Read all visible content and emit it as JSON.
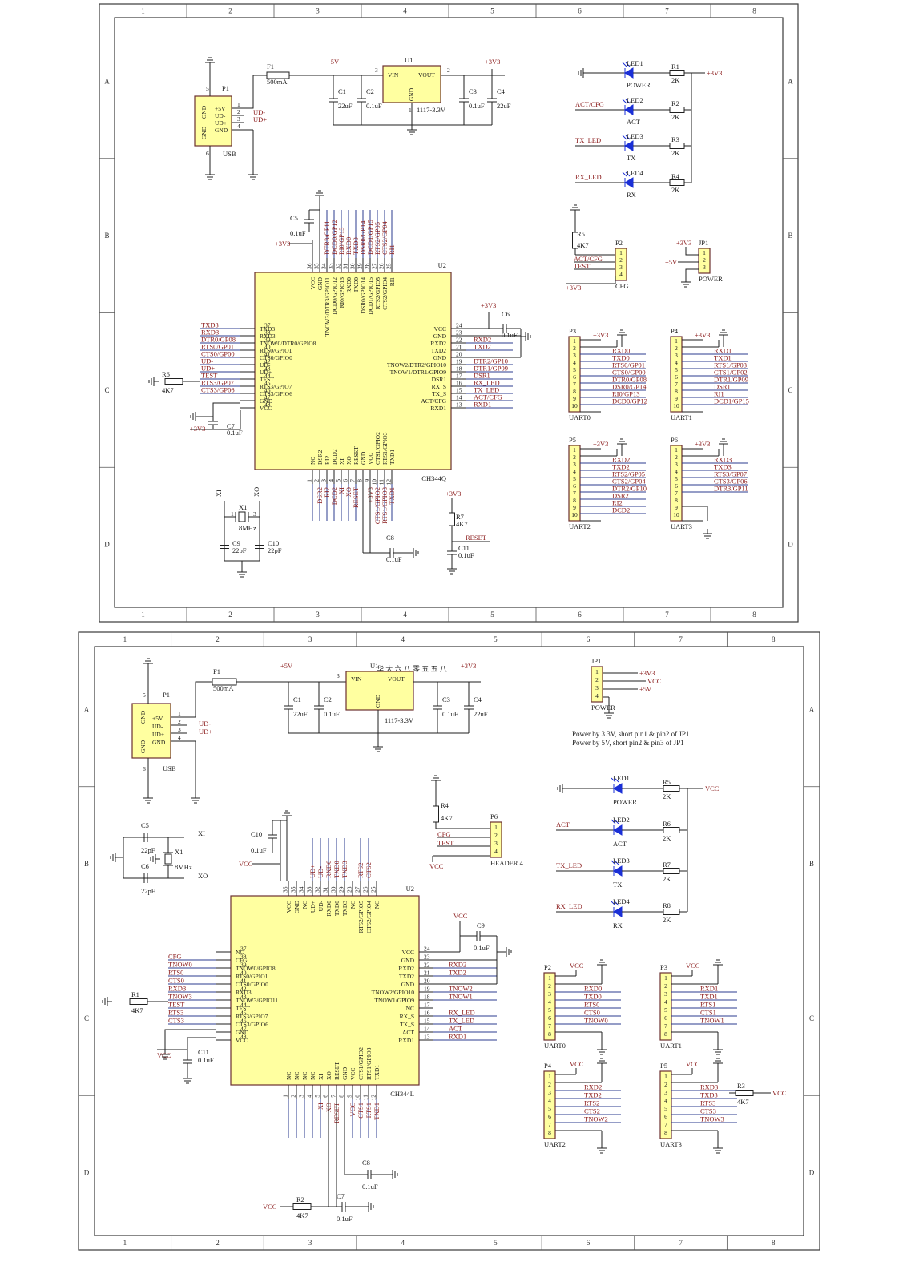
{
  "sheet1": {
    "zones_cols": [
      "1",
      "2",
      "3",
      "4",
      "5",
      "6",
      "7",
      "8"
    ],
    "zones_rows": [
      "A",
      "B",
      "C",
      "D"
    ],
    "usb": {
      "ref": "P1",
      "label": "USB",
      "pins": [
        "+5V",
        "UD-",
        "UD+",
        "GND"
      ],
      "side": [
        "GND",
        "GND"
      ],
      "nums": [
        "1",
        "2",
        "3",
        "4",
        "5",
        "6"
      ],
      "nets": [
        "UD-",
        "UD+"
      ]
    },
    "fuse": {
      "ref": "F1",
      "value": "500mA"
    },
    "reg": {
      "ref": "U1",
      "vin": "VIN",
      "vout": "VOUT",
      "gnd": "GND",
      "value": "1117-3.3V",
      "p1": "1",
      "p2": "2",
      "p3": "3"
    },
    "power_in": "+5V",
    "power_out": "+3V3",
    "caps": [
      {
        "ref": "C1",
        "value": "22uF"
      },
      {
        "ref": "C2",
        "value": "0.1uF"
      },
      {
        "ref": "C3",
        "value": "0.1uF"
      },
      {
        "ref": "C4",
        "value": "22uF"
      }
    ],
    "leds": [
      {
        "ref": "LED1",
        "name": "POWER",
        "res": "R1",
        "val": "2K",
        "net": ""
      },
      {
        "ref": "LED2",
        "name": "ACT",
        "res": "R2",
        "val": "2K",
        "net": "ACT/CFG"
      },
      {
        "ref": "LED3",
        "name": "TX",
        "res": "R3",
        "val": "2K",
        "net": "TX_LED"
      },
      {
        "ref": "LED4",
        "name": "RX",
        "res": "R4",
        "val": "2K",
        "net": "RX_LED"
      }
    ],
    "led_rail": "+3V3",
    "r5": {
      "ref": "R5",
      "value": "4K7"
    },
    "p2": {
      "ref": "P2",
      "label": "CFG",
      "nets": [
        "ACT/CFG",
        "TEST"
      ],
      "rail": "+3V3",
      "nums": [
        "1",
        "2",
        "3",
        "4"
      ]
    },
    "jp1": {
      "ref": "JP1",
      "label": "POWER",
      "nets": [
        "+3V3",
        "+5V"
      ],
      "nums": [
        "1",
        "2",
        "3"
      ]
    },
    "c5": {
      "ref": "C5",
      "value": "0.1uF",
      "rail": "+3V3"
    },
    "c6": {
      "ref": "C6",
      "value": "0.1uF",
      "rail": "+3V3"
    },
    "c7": {
      "ref": "C7",
      "value": "0.1uF",
      "rail": "+3V3"
    },
    "chip": {
      "ref": "U2",
      "name": "CH344Q",
      "left": [
        {
          "n": "37",
          "p": "TXD3",
          "net": "TXD3"
        },
        {
          "n": "38",
          "p": "RXD3",
          "net": "RXD3"
        },
        {
          "n": "39",
          "p": "TNOW0/DTR0/GPIO8",
          "net": "DTR0/GP08"
        },
        {
          "n": "40",
          "p": "RTS0/GPIO1",
          "net": "RTS0/GP01"
        },
        {
          "n": "41",
          "p": "CTS0/GPIO0",
          "net": "CTS0/GP00"
        },
        {
          "n": "42",
          "p": "UD-",
          "net": "UD-"
        },
        {
          "n": "43",
          "p": "UD+",
          "net": "UD+"
        },
        {
          "n": "44",
          "p": "TEST",
          "net": "TEST"
        },
        {
          "n": "45",
          "p": "RTS3/GPIO7",
          "net": "RTS3/GP07"
        },
        {
          "n": "46",
          "p": "CTS3/GPIO6",
          "net": "CTS3/GP06"
        },
        {
          "n": "47",
          "p": "GND",
          "net": ""
        },
        {
          "n": "48",
          "p": "VCC",
          "net": ""
        }
      ],
      "right": [
        {
          "n": "24",
          "p": "VCC",
          "net": ""
        },
        {
          "n": "23",
          "p": "GND",
          "net": ""
        },
        {
          "n": "22",
          "p": "RXD2",
          "net": "RXD2"
        },
        {
          "n": "21",
          "p": "TXD2",
          "net": "TXD2"
        },
        {
          "n": "20",
          "p": "GND",
          "net": ""
        },
        {
          "n": "19",
          "p": "TNOW2/DTR2/GPIO10",
          "net": "DTR2/GP10"
        },
        {
          "n": "18",
          "p": "TNOW1/DTR1/GPIO9",
          "net": "DTR1/GP09"
        },
        {
          "n": "17",
          "p": "DSR1",
          "net": "DSR1"
        },
        {
          "n": "16",
          "p": "RX_S",
          "net": "RX_LED"
        },
        {
          "n": "15",
          "p": "TX_S",
          "net": "TX_LED"
        },
        {
          "n": "14",
          "p": "ACT/CFG",
          "net": "ACT/CFG"
        },
        {
          "n": "13",
          "p": "RXD1",
          "net": "RXD1"
        }
      ],
      "top": [
        {
          "n": "36",
          "p": "VCC",
          "net": ""
        },
        {
          "n": "35",
          "p": "GND",
          "net": ""
        },
        {
          "n": "34",
          "p": "TNOW3/DTR3/GPIO11",
          "net": "DTR3/GP11"
        },
        {
          "n": "33",
          "p": "DCD0/GPIO12",
          "net": "DCD0/GP12"
        },
        {
          "n": "32",
          "p": "RI0/GPIO13",
          "net": "RI0/GP13"
        },
        {
          "n": "31",
          "p": "RXD0",
          "net": "RXD0"
        },
        {
          "n": "30",
          "p": "TXD0",
          "net": "TXD0"
        },
        {
          "n": "29",
          "p": "DSR0/GPIO14",
          "net": "DSR0/GP14"
        },
        {
          "n": "28",
          "p": "DCD1/GPIO15",
          "net": "DCD1/GP15"
        },
        {
          "n": "27",
          "p": "RTS2/GPIO5",
          "net": "RTS2/GP05"
        },
        {
          "n": "26",
          "p": "CTS2/GPIO4",
          "net": "CTS2/GP04"
        },
        {
          "n": "25",
          "p": "RI1",
          "net": "RI1"
        }
      ],
      "bottom": [
        {
          "n": "1",
          "p": "NC",
          "net": ""
        },
        {
          "n": "2",
          "p": "DSR2",
          "net": "DSR2"
        },
        {
          "n": "3",
          "p": "RI2",
          "net": "RI2"
        },
        {
          "n": "4",
          "p": "DCD2",
          "net": "DCD2"
        },
        {
          "n": "5",
          "p": "XI",
          "net": "XI"
        },
        {
          "n": "6",
          "p": "XO",
          "net": "XO"
        },
        {
          "n": "7",
          "p": "RESET",
          "net": "RESET"
        },
        {
          "n": "8",
          "p": "GND",
          "net": ""
        },
        {
          "n": "9",
          "p": "VCC",
          "net": "+3V3"
        },
        {
          "n": "10",
          "p": "CTS1/GPIO2",
          "net": "CTS1/GPIO2"
        },
        {
          "n": "11",
          "p": "RTS1/GPIO3",
          "net": "RTS1/GPIO3"
        },
        {
          "n": "12",
          "p": "TXD1",
          "net": "TXD1"
        }
      ]
    },
    "r6": {
      "ref": "R6",
      "value": "4K7"
    },
    "xtal": {
      "ref": "X1",
      "value": "8MHz",
      "xi": "XI",
      "xo": "XO",
      "c9": "C9",
      "c9v": "22pF",
      "c10": "C10",
      "c10v": "22pF",
      "p1": "1",
      "p3": "3"
    },
    "c8": {
      "ref": "C8",
      "value": "0.1uF"
    },
    "r7": {
      "ref": "R7",
      "value": "4K7",
      "rail": "+3V3",
      "net": "RESET"
    },
    "c11": {
      "ref": "C11",
      "value": "0.1uF"
    },
    "uarts": [
      {
        "ref": "P3",
        "label": "UART0",
        "rail": "+3V3",
        "nums": [
          "1",
          "2",
          "3",
          "4",
          "5",
          "6",
          "7",
          "8",
          "9",
          "10"
        ],
        "nets": [
          "RXD0",
          "TXD0",
          "RTS0/GP01",
          "CTS0/GP00",
          "DTR0/GP08",
          "DSR0/GP14",
          "RI0/GP13",
          "DCD0/GP12"
        ]
      },
      {
        "ref": "P4",
        "label": "UART1",
        "rail": "+3V3",
        "nums": [
          "1",
          "2",
          "3",
          "4",
          "5",
          "6",
          "7",
          "8",
          "9",
          "10"
        ],
        "nets": [
          "RXD1",
          "TXD1",
          "RTS1/GP03",
          "CTS1/GP02",
          "DTR1/GP09",
          "DSR1",
          "RI1",
          "DCD1/GP15"
        ]
      },
      {
        "ref": "P5",
        "label": "UART2",
        "rail": "+3V3",
        "nums": [
          "1",
          "2",
          "3",
          "4",
          "5",
          "6",
          "7",
          "8",
          "9",
          "10"
        ],
        "nets": [
          "RXD2",
          "TXD2",
          "RTS2/GP05",
          "CTS2/GP04",
          "DTR2/GP10",
          "DSR2",
          "RI2",
          "DCD2"
        ]
      },
      {
        "ref": "P6",
        "label": "UART3",
        "rail": "+3V3",
        "nums": [
          "1",
          "2",
          "3",
          "4",
          "5",
          "6",
          "7",
          "8",
          "9",
          "10"
        ],
        "nets": [
          "RXD3",
          "TXD3",
          "RTS3/GP07",
          "CTS3/GP06",
          "DTR3/GP11"
        ]
      }
    ]
  },
  "sheet2": {
    "zones_cols": [
      "1",
      "2",
      "3",
      "4",
      "5",
      "6",
      "7",
      "8"
    ],
    "zones_rows": [
      "A",
      "B",
      "C",
      "D"
    ],
    "watermark": "华 大 六 八 零 五 五 八",
    "usb": {
      "ref": "P1",
      "label": "USB",
      "pins": [
        "+5V",
        "UD-",
        "UD+",
        "GND"
      ],
      "side": [
        "GND",
        "GND"
      ],
      "nums": [
        "1",
        "2",
        "3",
        "4",
        "5",
        "6"
      ],
      "nets": [
        "UD-",
        "UD+"
      ]
    },
    "fuse": {
      "ref": "F1",
      "value": "500mA"
    },
    "reg": {
      "ref": "U1",
      "vin": "VIN",
      "vout": "VOUT",
      "gnd": "GND",
      "value": "1117-3.3V",
      "p3": "3"
    },
    "power_in": "+5V",
    "power_out": "+3V3",
    "caps": [
      {
        "ref": "C1",
        "value": "22uF"
      },
      {
        "ref": "C2",
        "value": "0.1uF"
      },
      {
        "ref": "C3",
        "value": "0.1uF"
      },
      {
        "ref": "C4",
        "value": "22uF"
      }
    ],
    "jp1": {
      "ref": "JP1",
      "label": "POWER",
      "nets": [
        "+3V3",
        "VCC",
        "+5V"
      ],
      "nums": [
        "1",
        "2",
        "3",
        "4"
      ]
    },
    "notes": [
      "Power by 3.3V, short pin1 & pin2 of JP1",
      "Power by 5V, short pin2 & pin3 of JP1"
    ],
    "leds": [
      {
        "ref": "LED1",
        "name": "POWER",
        "res": "R5",
        "val": "2K",
        "net": ""
      },
      {
        "ref": "LED2",
        "name": "ACT",
        "res": "R6",
        "val": "2K",
        "net": "ACT"
      },
      {
        "ref": "LED3",
        "name": "TX",
        "res": "R7",
        "val": "2K",
        "net": "TX_LED"
      },
      {
        "ref": "LED4",
        "name": "RX",
        "res": "R8",
        "val": "2K",
        "net": "RX_LED"
      }
    ],
    "led_rail": "VCC",
    "xtal": {
      "c5": "C5",
      "c5v": "22pF",
      "c6": "C6",
      "c6v": "22pF",
      "ref": "X1",
      "value": "8MHz",
      "xi": "XI",
      "xo": "XO"
    },
    "c10": {
      "ref": "C10",
      "value": "0.1uF",
      "rail": "VCC"
    },
    "r4": {
      "ref": "R4",
      "value": "4K7"
    },
    "p6": {
      "ref": "P6",
      "label": "HEADER 4",
      "nets": [
        "CFG",
        "TEST"
      ],
      "rail": "VCC",
      "nums": [
        "1",
        "2",
        "3",
        "4"
      ]
    },
    "c9": {
      "ref": "C9",
      "value": "0.1uF",
      "rail": "VCC"
    },
    "chip": {
      "ref": "U2",
      "name": "CH344L",
      "left": [
        {
          "n": "37",
          "p": "NC",
          "net": ""
        },
        {
          "n": "38",
          "p": "CFG",
          "net": "CFG"
        },
        {
          "n": "39",
          "p": "TNOW0/GPIO8",
          "net": "TNOW0"
        },
        {
          "n": "40",
          "p": "RTS0/GPIO1",
          "net": "RTS0"
        },
        {
          "n": "41",
          "p": "CTS0/GPIO0",
          "net": "CTS0"
        },
        {
          "n": "42",
          "p": "RXD3",
          "net": "RXD3"
        },
        {
          "n": "43",
          "p": "TNOW3/GPIO11",
          "net": "TNOW3"
        },
        {
          "n": "44",
          "p": "TEST",
          "net": "TEST"
        },
        {
          "n": "45",
          "p": "RTS3/GPIO7",
          "net": "RTS3"
        },
        {
          "n": "46",
          "p": "CTS3/GPIO6",
          "net": "CTS3"
        },
        {
          "n": "47",
          "p": "GND",
          "net": ""
        },
        {
          "n": "48",
          "p": "VCC",
          "net": ""
        }
      ],
      "right": [
        {
          "n": "24",
          "p": "VCC",
          "net": ""
        },
        {
          "n": "23",
          "p": "GND",
          "net": ""
        },
        {
          "n": "22",
          "p": "RXD2",
          "net": "RXD2"
        },
        {
          "n": "21",
          "p": "TXD2",
          "net": "TXD2"
        },
        {
          "n": "20",
          "p": "GND",
          "net": ""
        },
        {
          "n": "19",
          "p": "TNOW2/GPIO10",
          "net": "TNOW2"
        },
        {
          "n": "18",
          "p": "TNOW1/GPIO9",
          "net": "TNOW1"
        },
        {
          "n": "17",
          "p": "NC",
          "net": ""
        },
        {
          "n": "16",
          "p": "RX_S",
          "net": "RX_LED"
        },
        {
          "n": "15",
          "p": "TX_S",
          "net": "TX_LED"
        },
        {
          "n": "14",
          "p": "ACT",
          "net": "ACT"
        },
        {
          "n": "13",
          "p": "RXD1",
          "net": "RXD1"
        }
      ],
      "top": [
        {
          "n": "36",
          "p": "VCC",
          "net": ""
        },
        {
          "n": "35",
          "p": "GND",
          "net": ""
        },
        {
          "n": "34",
          "p": "NC",
          "net": ""
        },
        {
          "n": "33",
          "p": "UD+",
          "net": "UD+"
        },
        {
          "n": "32",
          "p": "UD-",
          "net": "UD-"
        },
        {
          "n": "31",
          "p": "RXD0",
          "net": "RXD0"
        },
        {
          "n": "30",
          "p": "TXD0",
          "net": "TXD0"
        },
        {
          "n": "29",
          "p": "TXD3",
          "net": "TXD3"
        },
        {
          "n": "28",
          "p": "NC",
          "net": ""
        },
        {
          "n": "27",
          "p": "RTS2/GPIO5",
          "net": "RTS2"
        },
        {
          "n": "26",
          "p": "CTS2/GPIO4",
          "net": "CTS2"
        },
        {
          "n": "25",
          "p": "NC",
          "net": ""
        }
      ],
      "bottom": [
        {
          "n": "1",
          "p": "NC",
          "net": ""
        },
        {
          "n": "2",
          "p": "NC",
          "net": ""
        },
        {
          "n": "3",
          "p": "NC",
          "net": ""
        },
        {
          "n": "4",
          "p": "NC",
          "net": ""
        },
        {
          "n": "5",
          "p": "XI",
          "net": "XI"
        },
        {
          "n": "6",
          "p": "XO",
          "net": "XO"
        },
        {
          "n": "7",
          "p": "RESET",
          "net": "RESET"
        },
        {
          "n": "8",
          "p": "GND",
          "net": ""
        },
        {
          "n": "9",
          "p": "VCC",
          "net": "VCC"
        },
        {
          "n": "10",
          "p": "CTS1/GPIO2",
          "net": "CTS1"
        },
        {
          "n": "11",
          "p": "RTS1/GPIO3",
          "net": "RTS1"
        },
        {
          "n": "12",
          "p": "TXD1",
          "net": "TXD1"
        }
      ]
    },
    "r1": {
      "ref": "R1",
      "value": "4K7"
    },
    "c11": {
      "ref": "C11",
      "value": "0.1uF",
      "rail": "VCC"
    },
    "c8": {
      "ref": "C8",
      "value": "0.1uF"
    },
    "r2": {
      "ref": "R2",
      "value": "4K7",
      "rail": "VCC"
    },
    "c7": {
      "ref": "C7",
      "value": "0.1uF"
    },
    "r3": {
      "ref": "R3",
      "value": "4K7",
      "rail": "VCC"
    },
    "uarts": [
      {
        "ref": "P2",
        "label": "UART0",
        "rail": "VCC",
        "nums": [
          "1",
          "2",
          "3",
          "4",
          "5",
          "6",
          "7",
          "8"
        ],
        "nets": [
          "RXD0",
          "TXD0",
          "RTS0",
          "CTS0",
          "TNOW0"
        ]
      },
      {
        "ref": "P3",
        "label": "UART1",
        "rail": "VCC",
        "nums": [
          "1",
          "2",
          "3",
          "4",
          "5",
          "6",
          "7",
          "8"
        ],
        "nets": [
          "RXD1",
          "TXD1",
          "RTS1",
          "CTS1",
          "TNOW1"
        ]
      },
      {
        "ref": "P4",
        "label": "UART2",
        "rail": "VCC",
        "nums": [
          "1",
          "2",
          "3",
          "4",
          "5",
          "6",
          "7",
          "8"
        ],
        "nets": [
          "RXD2",
          "TXD2",
          "RTS2",
          "CTS2",
          "TNOW2"
        ]
      },
      {
        "ref": "P5",
        "label": "UART3",
        "rail": "VCC",
        "nums": [
          "1",
          "2",
          "3",
          "4",
          "5",
          "6",
          "7",
          "8"
        ],
        "nets": [
          "RXD3",
          "TXD3",
          "RTS3",
          "CTS3",
          "TNOW3"
        ]
      }
    ]
  }
}
